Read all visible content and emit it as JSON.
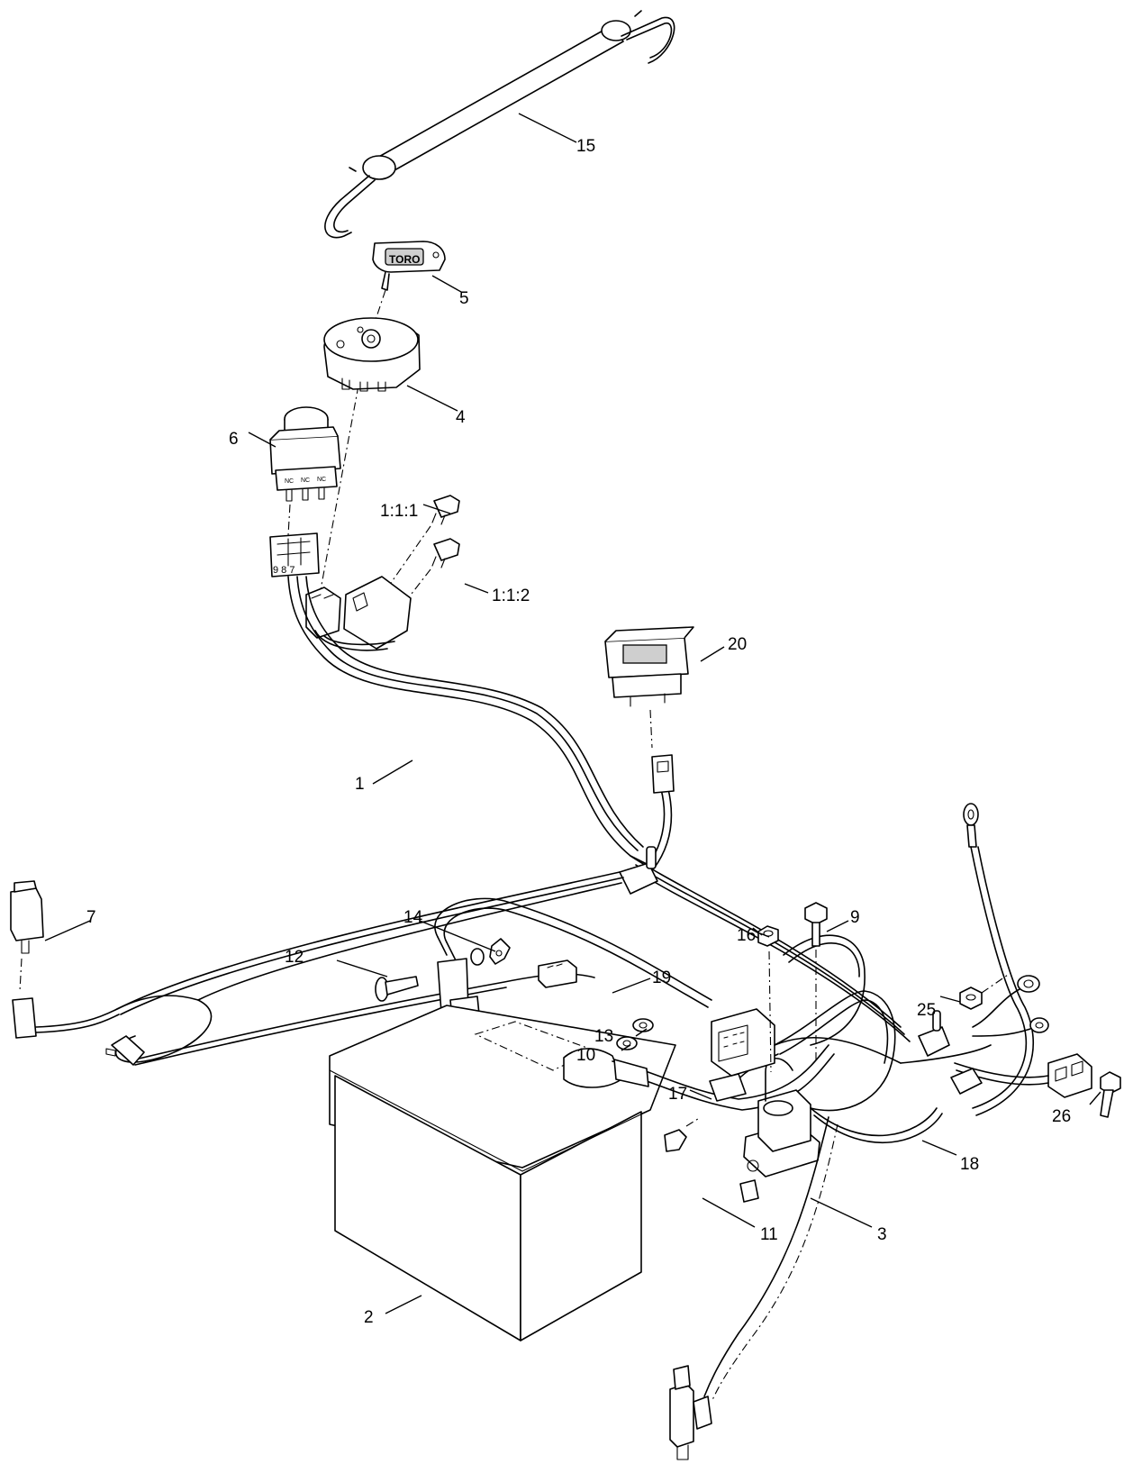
{
  "callouts": [
    {
      "id": "1",
      "label": "1"
    },
    {
      "id": "1-1-1",
      "label": "1:1:1"
    },
    {
      "id": "1-1-2",
      "label": "1:1:2"
    },
    {
      "id": "2",
      "label": "2"
    },
    {
      "id": "3",
      "label": "3"
    },
    {
      "id": "4",
      "label": "4"
    },
    {
      "id": "5",
      "label": "5"
    },
    {
      "id": "6",
      "label": "6"
    },
    {
      "id": "7",
      "label": "7"
    },
    {
      "id": "9",
      "label": "9"
    },
    {
      "id": "10",
      "label": "10"
    },
    {
      "id": "11",
      "label": "11"
    },
    {
      "id": "12",
      "label": "12"
    },
    {
      "id": "13",
      "label": "13"
    },
    {
      "id": "14",
      "label": "14"
    },
    {
      "id": "15",
      "label": "15"
    },
    {
      "id": "16",
      "label": "16"
    },
    {
      "id": "17",
      "label": "17"
    },
    {
      "id": "18",
      "label": "18"
    },
    {
      "id": "19",
      "label": "19"
    },
    {
      "id": "20",
      "label": "20"
    },
    {
      "id": "25",
      "label": "25"
    },
    {
      "id": "26",
      "label": "26"
    }
  ],
  "part_text": {
    "key_brand": "TORO",
    "switch_terminal_1": "NC",
    "switch_terminal_2": "NC",
    "switch_terminal_3": "NC",
    "connector_pins": "9 8 7"
  }
}
